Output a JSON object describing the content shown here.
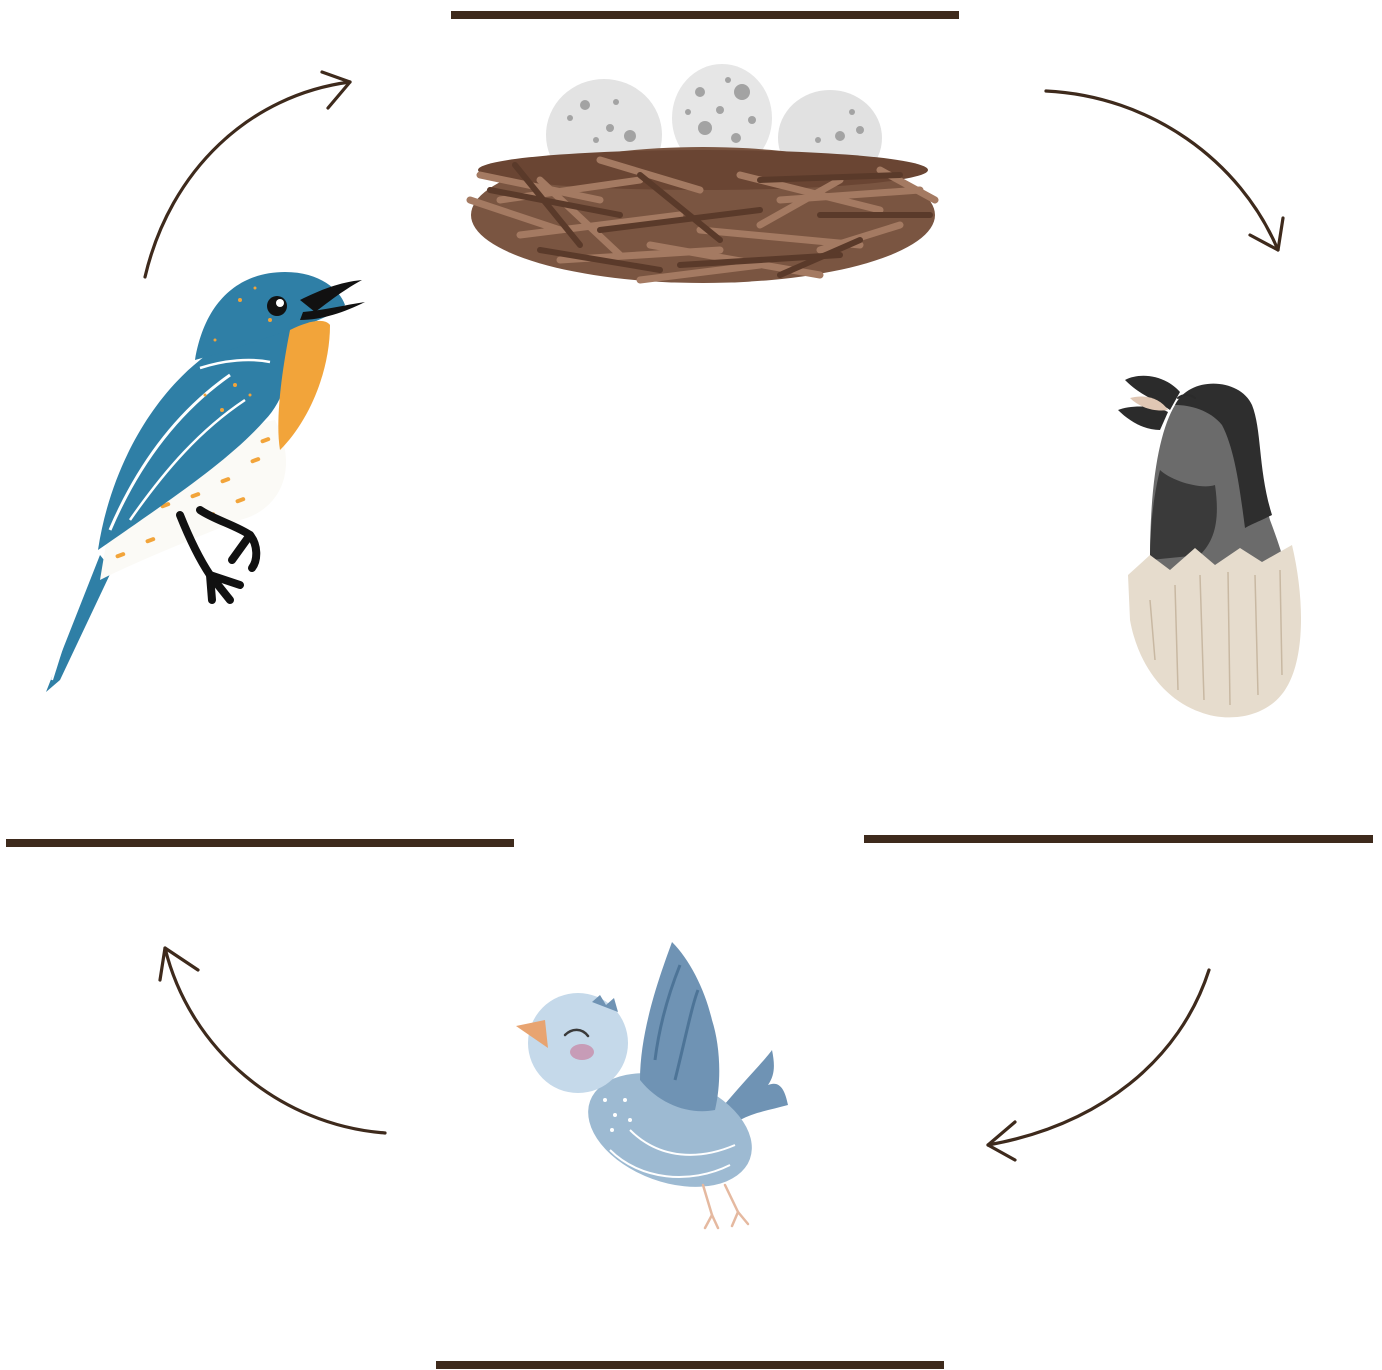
{
  "diagram": {
    "stages": [
      {
        "id": "eggs",
        "icon": "nest-with-eggs-icon",
        "label": ""
      },
      {
        "id": "hatchling",
        "icon": "hatching-chick-icon",
        "label": ""
      },
      {
        "id": "fledgling",
        "icon": "fledgling-bird-icon",
        "label": ""
      },
      {
        "id": "adult",
        "icon": "adult-bird-icon",
        "label": ""
      }
    ],
    "colors": {
      "line": "#3e2a1c",
      "nest": "#7a5541",
      "egg": "#e3e3e3",
      "adult_blue": "#2f7fa6",
      "adult_orange": "#f2a43a",
      "chick_gray": "#6b6b6b",
      "shell": "#e6dccd",
      "fledgling_blue": "#9dbad2"
    }
  }
}
